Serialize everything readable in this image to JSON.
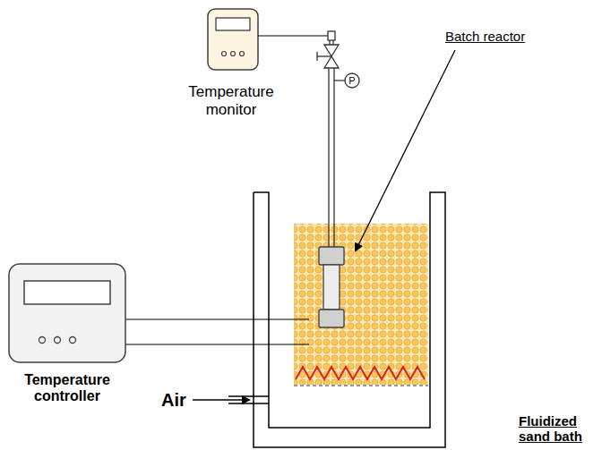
{
  "diagram": {
    "labels": [
      "Temperature monitor",
      "P",
      "Batch reactor",
      "Temperature controller",
      "Air",
      "Fluidized sand bath"
    ]
  }
}
